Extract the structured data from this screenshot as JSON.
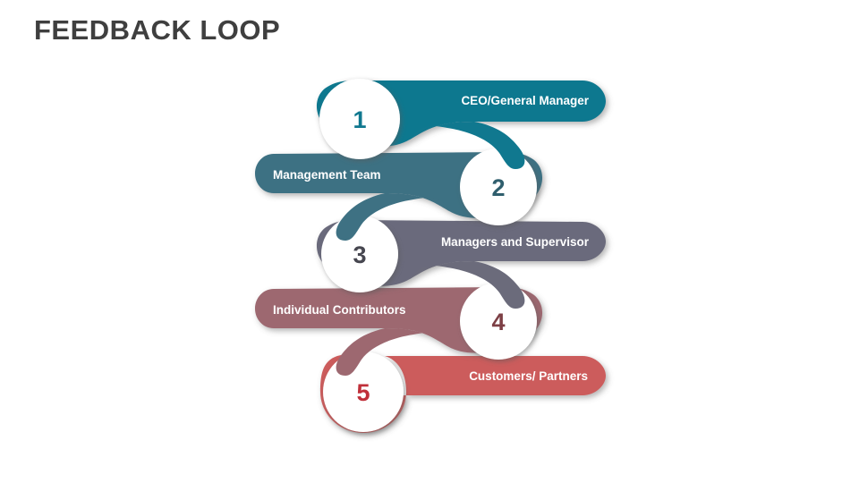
{
  "page": {
    "title": "FEEDBACK LOOP",
    "background_color": "#ffffff",
    "title_color": "#3f3f3f"
  },
  "diagram": {
    "type": "feedback-loop-ribbon",
    "step_count": 5,
    "steps": [
      {
        "number": "1",
        "label": "CEO/General Manager",
        "color": "#10788f",
        "number_color": "#10788f",
        "label_color": "#ffffff",
        "label_side": "right",
        "circle_side": "left"
      },
      {
        "number": "2",
        "label": "Management Team",
        "color": "#3e7183",
        "number_color": "#2f5e6d",
        "label_color": "#ffffff",
        "label_side": "left",
        "circle_side": "right"
      },
      {
        "number": "3",
        "label": "Managers and Supervisor",
        "color": "#6b6b7b",
        "number_color": "#474750",
        "label_color": "#ffffff",
        "label_side": "right",
        "circle_side": "left"
      },
      {
        "number": "4",
        "label": "Individual Contributors",
        "color": "#9d6870",
        "number_color": "#7d3f45",
        "label_color": "#ffffff",
        "label_side": "left",
        "circle_side": "right"
      },
      {
        "number": "5",
        "label": "Customers/ Partners",
        "color": "#cc5c5c",
        "number_color": "#c0303a",
        "label_color": "#ffffff",
        "label_side": "right",
        "circle_side": "left"
      }
    ]
  }
}
